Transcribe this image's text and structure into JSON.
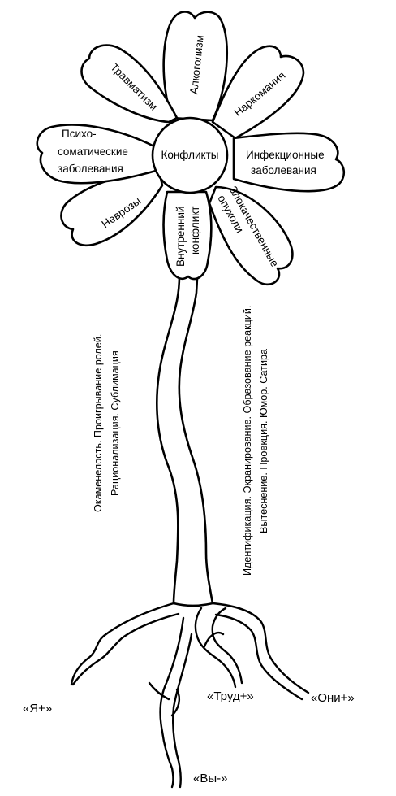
{
  "center": "Конфликты",
  "petals": {
    "alcoholism": "Алкоголизм",
    "narcomania": "Наркомания",
    "infectious": [
      "Инфекционные",
      "заболевания"
    ],
    "tumors": [
      "Злокачественные",
      "опухоли"
    ],
    "neuroses": "Неврозы",
    "psychosomatic": [
      "Психо-",
      "соматические",
      "заболевания"
    ],
    "trauma": "Травматизм"
  },
  "stem_label": [
    "Внутренний",
    "конфликт"
  ],
  "left_text": [
    "Окаменелость. Проигрывание ролей.",
    "Рационализация. Сублимация"
  ],
  "right_text": [
    "Идентификация. Экранирование. Образование реакций.",
    "Вытеснение. Проекция. Юмор. Сатира"
  ],
  "roots": {
    "ya": "«Я+»",
    "vy": "«Вы-»",
    "trud": "«Труд+»",
    "oni": "«Они+»"
  }
}
